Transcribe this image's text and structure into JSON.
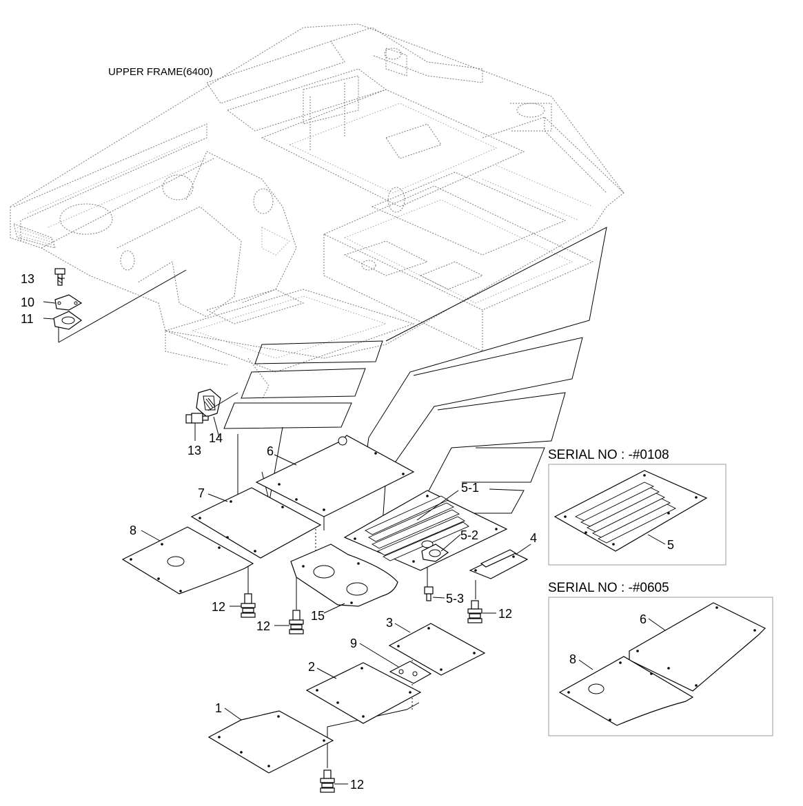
{
  "frame_label": "UPPER FRAME(6400)",
  "callouts": {
    "c13a": "13",
    "c10": "10",
    "c11": "11",
    "c13b": "13",
    "c14": "14",
    "c6": "6",
    "c7": "7",
    "c8": "8",
    "c5_1": "5-1",
    "c4": "4",
    "c5_2": "5-2",
    "c5_3": "5-3",
    "c12a": "12",
    "c12b": "12",
    "c12c": "12",
    "c12d": "12",
    "c15": "15",
    "c3": "3",
    "c9": "9",
    "c2": "2",
    "c1": "1"
  },
  "inset_a": {
    "title": "SERIAL NO : -#0108",
    "callout": "5"
  },
  "inset_b": {
    "title": "SERIAL NO : -#0605",
    "callout_6": "6",
    "callout_8": "8"
  }
}
